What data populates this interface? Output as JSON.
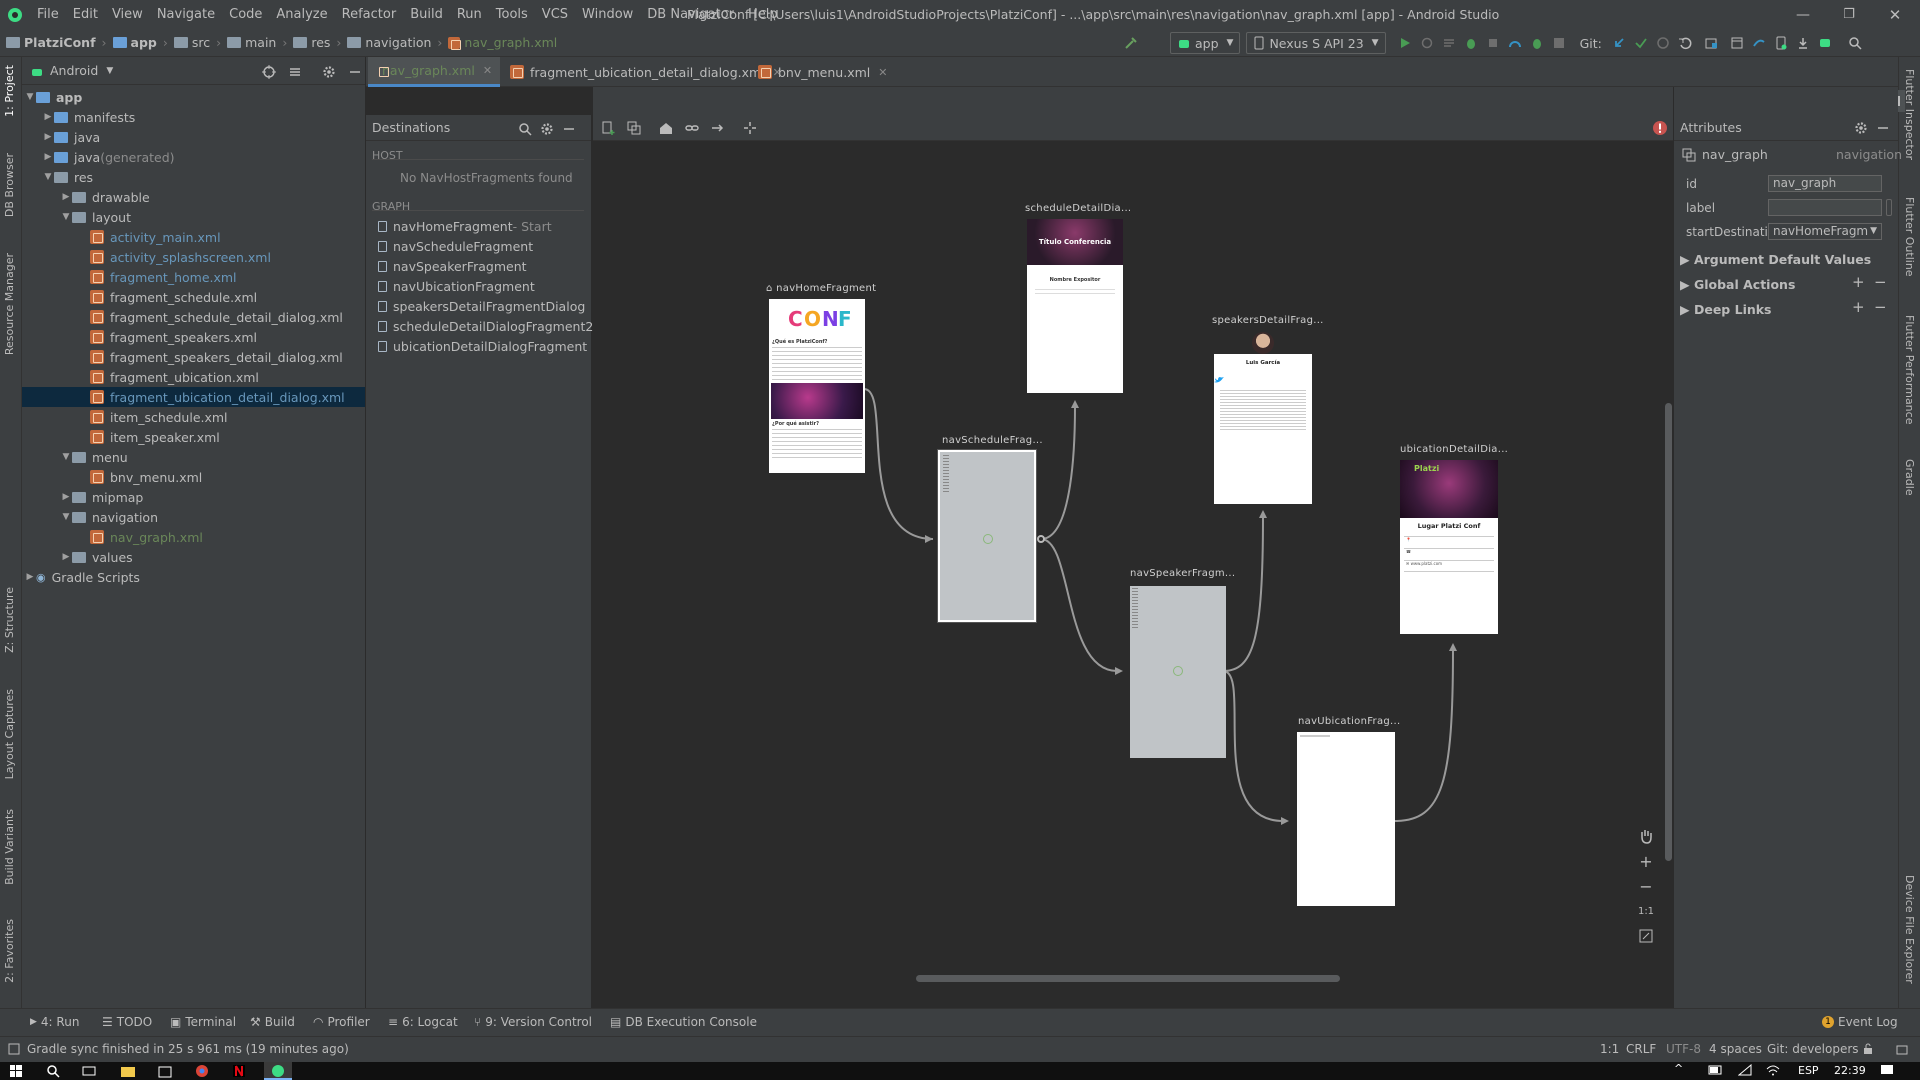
{
  "menu": [
    "File",
    "Edit",
    "View",
    "Navigate",
    "Code",
    "Analyze",
    "Refactor",
    "Build",
    "Run",
    "Tools",
    "VCS",
    "Window",
    "DB Navigator",
    "Help"
  ],
  "window_title": "PlatziConf [C:\\Users\\luis1\\AndroidStudioProjects\\PlatziConf] - ...\\app\\src\\main\\res\\navigation\\nav_graph.xml [app] - Android Studio",
  "breadcrumbs": [
    "PlatziConf",
    "app",
    "src",
    "main",
    "res",
    "navigation",
    "nav_graph.xml"
  ],
  "run_config": "app",
  "device": "Nexus S API 23",
  "git_label": "Git:",
  "project_view": "Android",
  "tree": [
    {
      "label": "app",
      "depth": 0,
      "arrow": "▼",
      "type": "folder-blue",
      "bold": true
    },
    {
      "label": "manifests",
      "depth": 1,
      "arrow": "▶",
      "type": "folder-blue"
    },
    {
      "label": "java",
      "depth": 1,
      "arrow": "▶",
      "type": "folder-blue"
    },
    {
      "label": "java",
      "suffix": " (generated)",
      "depth": 1,
      "arrow": "▶",
      "type": "folder-blue"
    },
    {
      "label": "res",
      "depth": 1,
      "arrow": "▼",
      "type": "folder"
    },
    {
      "label": "drawable",
      "depth": 2,
      "arrow": "▶",
      "type": "folder"
    },
    {
      "label": "layout",
      "depth": 2,
      "arrow": "▼",
      "type": "folder"
    },
    {
      "label": "activity_main.xml",
      "depth": 3,
      "type": "xml",
      "color": "#6897bb"
    },
    {
      "label": "activity_splashscreen.xml",
      "depth": 3,
      "type": "xml",
      "color": "#6897bb"
    },
    {
      "label": "fragment_home.xml",
      "depth": 3,
      "type": "xml",
      "color": "#6897bb"
    },
    {
      "label": "fragment_schedule.xml",
      "depth": 3,
      "type": "xml"
    },
    {
      "label": "fragment_schedule_detail_dialog.xml",
      "depth": 3,
      "type": "xml"
    },
    {
      "label": "fragment_speakers.xml",
      "depth": 3,
      "type": "xml"
    },
    {
      "label": "fragment_speakers_detail_dialog.xml",
      "depth": 3,
      "type": "xml"
    },
    {
      "label": "fragment_ubication.xml",
      "depth": 3,
      "type": "xml"
    },
    {
      "label": "fragment_ubication_detail_dialog.xml",
      "depth": 3,
      "type": "xml",
      "color": "#6897bb",
      "selected": true
    },
    {
      "label": "item_schedule.xml",
      "depth": 3,
      "type": "xml"
    },
    {
      "label": "item_speaker.xml",
      "depth": 3,
      "type": "xml"
    },
    {
      "label": "menu",
      "depth": 2,
      "arrow": "▼",
      "type": "folder"
    },
    {
      "label": "bnv_menu.xml",
      "depth": 3,
      "type": "xml"
    },
    {
      "label": "mipmap",
      "depth": 2,
      "arrow": "▶",
      "type": "folder"
    },
    {
      "label": "navigation",
      "depth": 2,
      "arrow": "▼",
      "type": "folder"
    },
    {
      "label": "nav_graph.xml",
      "depth": 3,
      "type": "xml",
      "color": "#6a8759"
    },
    {
      "label": "values",
      "depth": 2,
      "arrow": "▶",
      "type": "folder"
    },
    {
      "label": "Gradle Scripts",
      "depth": 0,
      "arrow": "▶",
      "type": "gradle"
    }
  ],
  "tabs": [
    "nav_graph.xml",
    "fragment_ubication_detail_dialog.xml",
    "bnv_menu.xml"
  ],
  "destinations": {
    "title": "Destinations",
    "host_header": "HOST",
    "host_empty": "No NavHostFragments found",
    "graph_header": "GRAPH",
    "items": [
      {
        "name": "navHomeFragment",
        "suffix": " - Start"
      },
      {
        "name": "navScheduleFragment"
      },
      {
        "name": "navSpeakerFragment"
      },
      {
        "name": "navUbicationFragment"
      },
      {
        "name": "speakersDetailFragmentDialog"
      },
      {
        "name": "scheduleDetailDialogFragment2"
      },
      {
        "name": "ubicationDetailDialogFragment"
      }
    ]
  },
  "graph_nodes": {
    "home": "navHomeFragment",
    "schedule_detail": "scheduleDetailDia...",
    "schedule": "navScheduleFrag...",
    "speakers_detail": "speakersDetailFrag...",
    "speaker": "navSpeakerFragm...",
    "ubication_detail": "ubicationDetailDia...",
    "ubication": "navUbicationFrag..."
  },
  "preview_text": {
    "home_question1": "¿Qué es PlatziConf?",
    "home_question2": "¿Por qué asistir?",
    "schedule_title": "Título Conferencia",
    "speaker_name_label": "Nombre Expositor",
    "speaker_name": "Luis García",
    "ubication_title": "Lugar Platzi Conf",
    "ubication_web": "www.platzi.com",
    "ubication_logo": "Platzi"
  },
  "attributes": {
    "title": "Attributes",
    "element": "nav_graph",
    "element_type": "navigation",
    "fields": [
      {
        "label": "id",
        "value": "nav_graph"
      },
      {
        "label": "label",
        "value": ""
      },
      {
        "label": "startDestinati...",
        "value": "navHomeFragm"
      }
    ],
    "sections": [
      "Argument Default Values",
      "Global Actions",
      "Deep Links"
    ]
  },
  "zoom_reset": "1:1",
  "left_tabs": [
    "1: Project",
    "DB Browser",
    "Resource Manager",
    "Z: Structure",
    "Layout Captures",
    "Build Variants",
    "2: Favorites"
  ],
  "right_tabs": [
    "Flutter Inspector",
    "Flutter Outline",
    "Flutter Performance",
    "Gradle",
    "Device File Explorer"
  ],
  "tool_windows": [
    "4: Run",
    "TODO",
    "Terminal",
    "Build",
    "Profiler",
    "6: Logcat",
    "9: Version Control",
    "DB Execution Console"
  ],
  "event_log": "Event Log",
  "status_message": "Gradle sync finished in 25 s 961 ms (19 minutes ago)",
  "status_right": {
    "position": "1:1",
    "line_sep": "CRLF",
    "encoding": "UTF-8",
    "indent": "4 spaces",
    "git": "Git: developers"
  },
  "taskbar": {
    "lang": "ESP",
    "time": "22:39"
  },
  "colors": {
    "bg": "#2b2b2b",
    "panel": "#3c3f41",
    "selection": "#0d293e",
    "accent": "#4a88c7",
    "xml_icon": "#c2683a",
    "run_green": "#499c54"
  }
}
